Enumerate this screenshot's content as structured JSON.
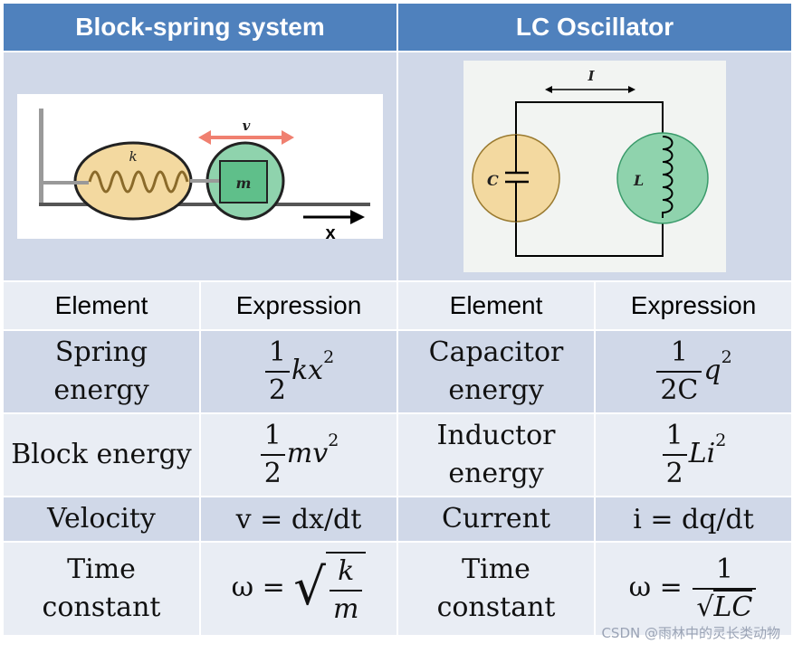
{
  "headers": {
    "left": "Block-spring system",
    "right": "LC Oscillator"
  },
  "figures": {
    "block": {
      "k_label": "k",
      "v_label": "v",
      "m_label": "m",
      "x_label": "x"
    },
    "lc": {
      "i_label": "I",
      "c_label": "C",
      "l_label": "L"
    }
  },
  "columns": {
    "element": "Element",
    "expression": "Expression"
  },
  "rows": [
    {
      "left_element": "Spring energy",
      "left_expr": {
        "num": "1",
        "den": "2",
        "tail": "kx",
        "exp": "2"
      },
      "right_element": "Capacitor energy",
      "right_expr": {
        "num": "1",
        "den": "2C",
        "tail": "q",
        "exp": "2"
      }
    },
    {
      "left_element": "Block energy",
      "left_expr": {
        "num": "1",
        "den": "2",
        "tail": "mv",
        "exp": "2"
      },
      "right_element": "Inductor energy",
      "right_expr": {
        "num": "1",
        "den": "2",
        "tail": "Li",
        "exp": "2"
      }
    },
    {
      "left_element": "Velocity",
      "left_expr": "v = dx/dt",
      "right_element": "Current",
      "right_expr": "i = dq/dt"
    },
    {
      "left_element": "Time constant",
      "left_expr": {
        "lhs": "ω =",
        "num": "k",
        "den": "m"
      },
      "right_element": "Time constant",
      "right_expr": {
        "lhs": "ω =",
        "num": "1",
        "den": "LC"
      }
    }
  ],
  "watermark": "CSDN @雨林中的灵长类动物"
}
